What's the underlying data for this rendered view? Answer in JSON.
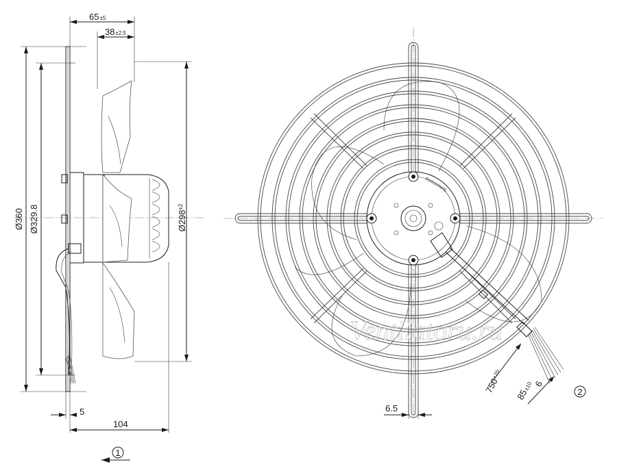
{
  "side_view": {
    "width_overall": {
      "value": "65",
      "tol": "±5"
    },
    "width_blades": {
      "value": "38",
      "tol": "±2.5"
    },
    "dia_guard": "Ø360",
    "dia_bolt": "Ø329.8",
    "dia_impeller": {
      "value": "Ø298",
      "tol": "±2"
    },
    "flange": "5",
    "depth": "104",
    "airflow_marker": "1"
  },
  "front_view": {
    "strut_width": "6.5",
    "cable_length": {
      "value": "750",
      "tol": "+20"
    },
    "strip_length": {
      "value": "85",
      "tol": "±10"
    },
    "wire_strip": "6",
    "cable_marker": "2",
    "hub_label": "Drehrichtung"
  },
  "watermark": "Ventilatoru.ru",
  "colors": {
    "line": "#1a1a1a",
    "guard": "#444444",
    "watermark": "#c9c9c9"
  }
}
